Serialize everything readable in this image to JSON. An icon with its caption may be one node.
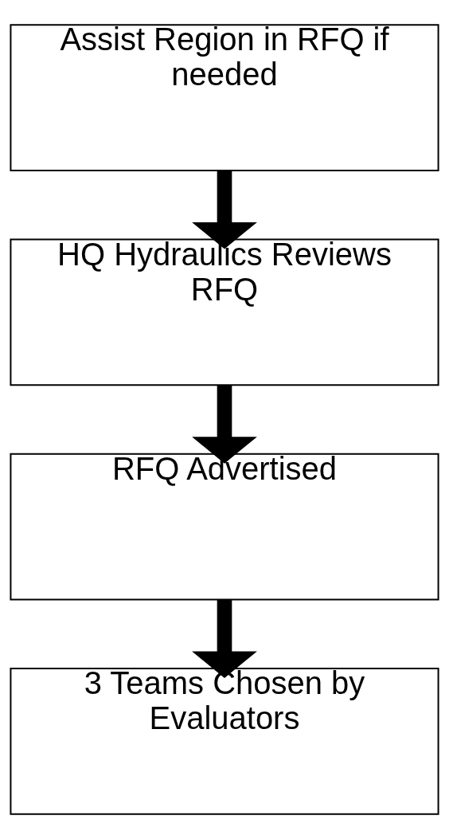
{
  "diagram": {
    "nodes": [
      {
        "text": [
          "Assist Region in RFQ if needed"
        ]
      },
      {
        "text": [
          "HQ Hydraulics Reviews RFQ"
        ]
      },
      {
        "text": [
          "RFQ Advertised"
        ]
      },
      {
        "text": [
          "3 Teams Chosen by Evaluators"
        ]
      }
    ],
    "edges": [
      {
        "from": 0,
        "to": 1,
        "arrow": "to"
      },
      {
        "from": 1,
        "to": 2,
        "arrow": "to"
      },
      {
        "from": 2,
        "to": 3,
        "arrow": "to"
      }
    ]
  }
}
